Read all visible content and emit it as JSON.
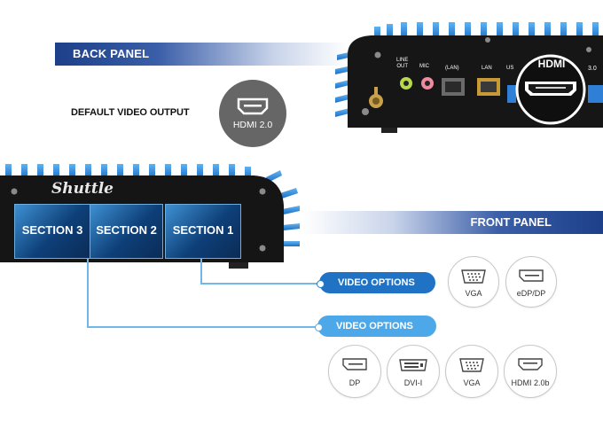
{
  "back_panel": {
    "title": "BACK PANEL",
    "ports": {
      "line_out": "LINE\nOUT",
      "mic": "MIC",
      "lan1": "(LAN)",
      "lan2": "LAN",
      "usb_fragment": "US",
      "usb3": "3.0",
      "hdmi": "HDMI"
    }
  },
  "default_output": {
    "label": "DEFAULT VIDEO OUTPUT",
    "badge": "HDMI 2.0"
  },
  "front_panel": {
    "title": "FRONT PANEL",
    "logo": "Shuttle",
    "sections": [
      "SECTION 3",
      "SECTION 2",
      "SECTION 1"
    ]
  },
  "options_section1": {
    "pill": "VIDEO OPTIONS",
    "items": [
      "VGA",
      "eDP/DP"
    ]
  },
  "options_section23": {
    "pill": "VIDEO OPTIONS",
    "items": [
      "DP",
      "DVI-I",
      "VGA",
      "HDMI 2.0b"
    ]
  },
  "colors": {
    "banner_dark": "#1d3f8a",
    "pill_dark": "#1f72c4",
    "pill_light": "#4da8ea",
    "heatsink_blue": "#2f8fe0",
    "chassis": "#141414"
  }
}
